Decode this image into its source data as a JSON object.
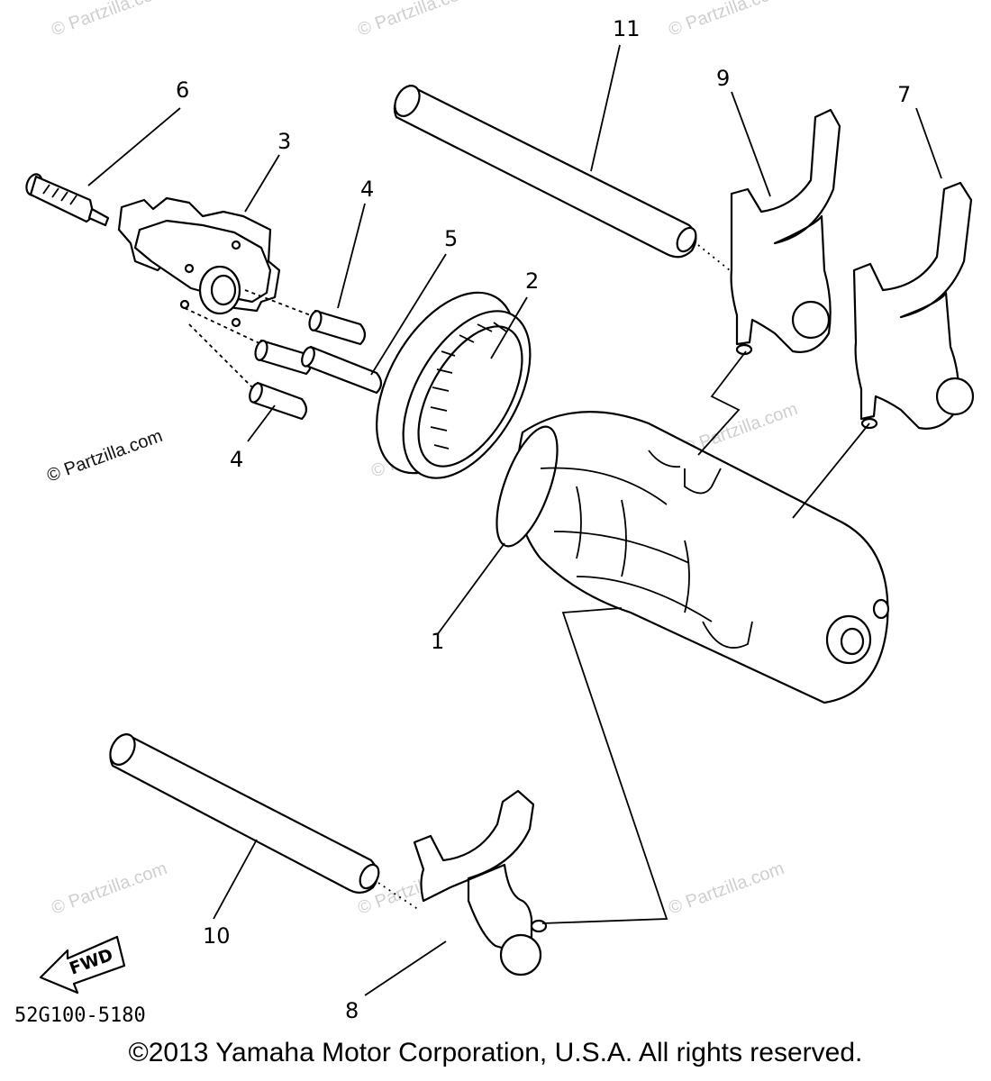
{
  "labels": {
    "l1": "1",
    "l2": "2",
    "l3": "3",
    "l4a": "4",
    "l4b": "4",
    "l5": "5",
    "l6": "6",
    "l7": "7",
    "l8": "8",
    "l9": "9",
    "l10": "10",
    "l11": "11"
  },
  "fwd_label": "FWD",
  "part_number": "52G100-5180",
  "watermark": "© Partzilla.com",
  "copyright": "©2013 Yamaha Motor Corporation, U.S.A. All rights reserved."
}
